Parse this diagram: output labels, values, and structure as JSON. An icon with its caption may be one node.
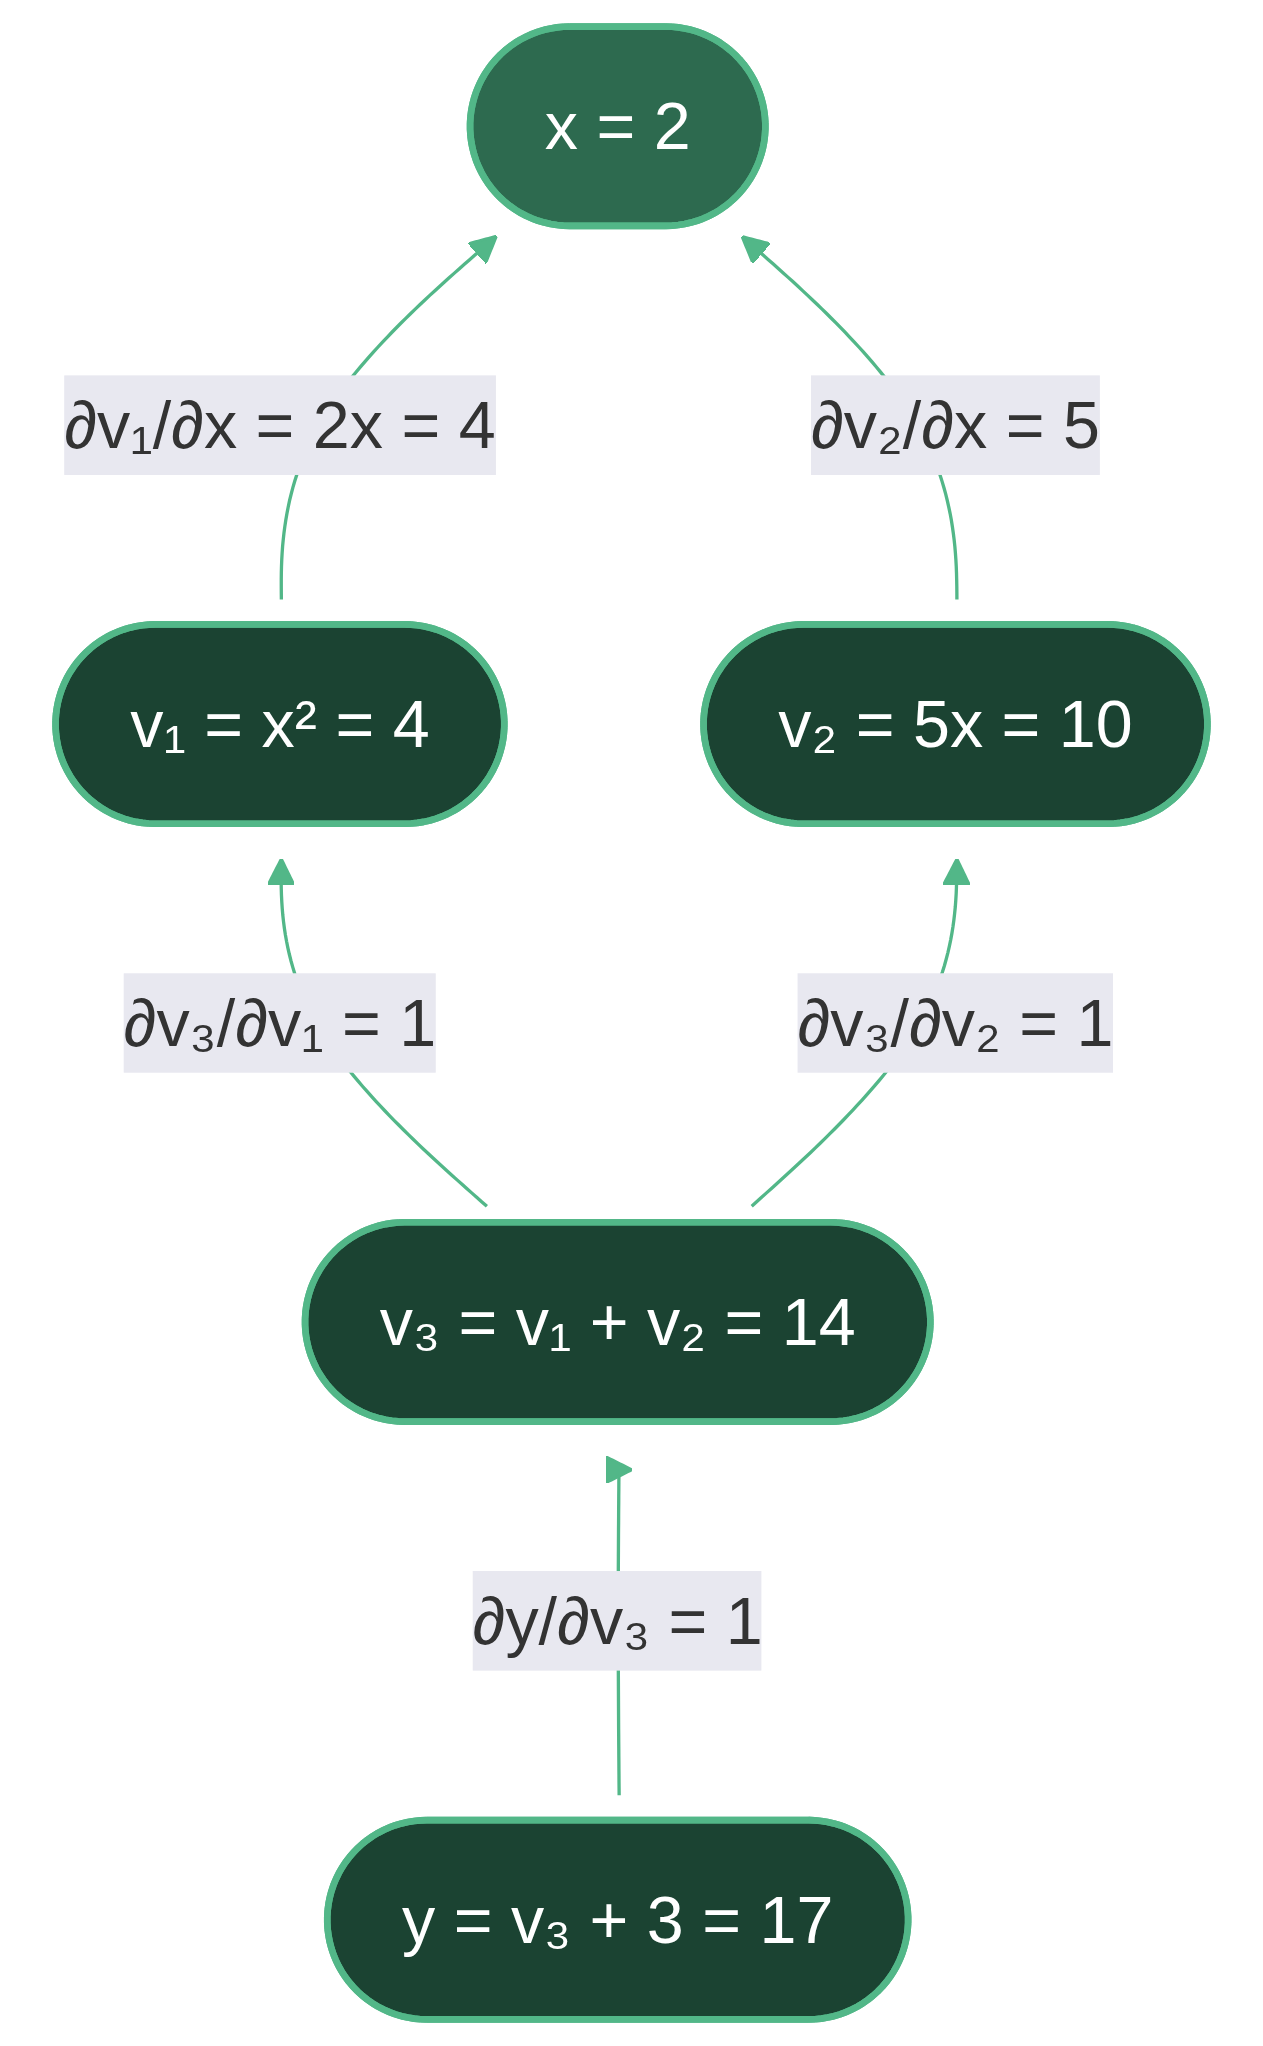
{
  "diagram": {
    "nodes": [
      {
        "text": [
          "x = 2"
        ]
      },
      {
        "text": [
          "v₁ = x² = 4"
        ]
      },
      {
        "text": [
          "v₂ = 5x = 10"
        ]
      },
      {
        "text": [
          "v₃ = v₁ + v₂ = 14"
        ]
      },
      {
        "text": [
          "y = v₃ + 3 = 17"
        ]
      }
    ],
    "edges": [
      {
        "from": 1,
        "to": 0,
        "arrow": "to",
        "label": "∂v₁/∂x = 2x = 4"
      },
      {
        "from": 2,
        "to": 0,
        "arrow": "to",
        "label": "∂v₂/∂x = 5"
      },
      {
        "from": 3,
        "to": 1,
        "arrow": "to",
        "label": "∂v₃/∂v₁ = 1"
      },
      {
        "from": 3,
        "to": 2,
        "arrow": "to",
        "label": "∂v₃/∂v₂ = 1"
      },
      {
        "from": 4,
        "to": 3,
        "arrow": "to",
        "label": "∂y/∂v₃ = 1"
      }
    ]
  }
}
